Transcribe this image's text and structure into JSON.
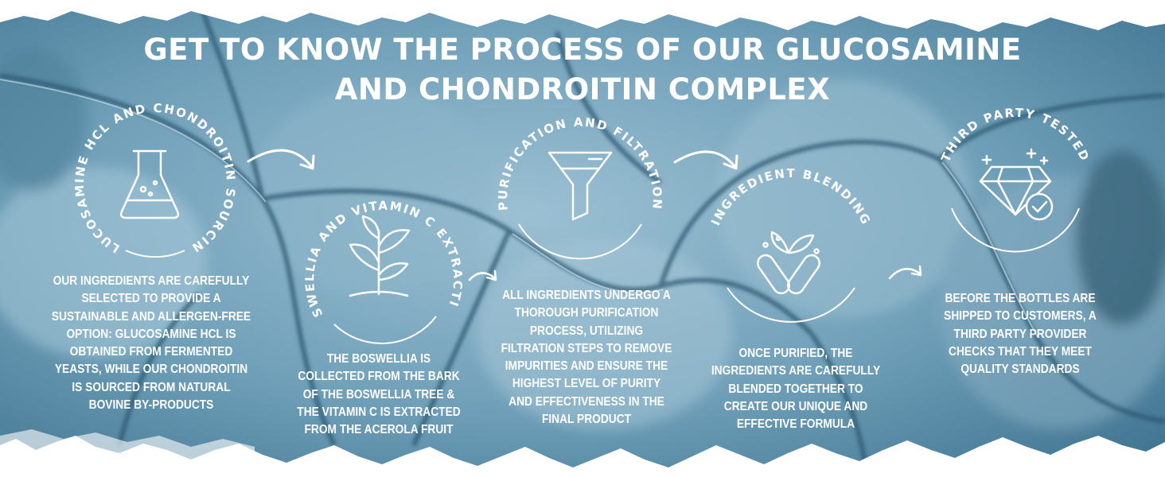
{
  "title": {
    "line1": "GET TO KNOW THE PROCESS OF OUR GLUCOSAMINE",
    "line2": "AND CHONDROITIN COMPLEX"
  },
  "steps": [
    {
      "ring_label": "GLUCOSAMINE HCL AND CHONDROITIN SOURCING",
      "icon": "flask-icon",
      "description": [
        "OUR INGREDIENTS ARE CAREFULLY",
        "SELECTED TO PROVIDE A",
        "SUSTAINABLE AND ALLERGEN-FREE",
        "OPTION: GLUCOSAMINE HCL IS",
        "OBTAINED FROM FERMENTED",
        "YEASTS, WHILE OUR CHONDROITIN",
        "IS SOURCED FROM NATURAL",
        "BOVINE BY-PRODUCTS"
      ]
    },
    {
      "ring_label": "BOSWELLIA AND VITAMIN C EXTRACTION",
      "icon": "plant-icon",
      "description": [
        "THE BOSWELLIA IS",
        "COLLECTED FROM THE BARK",
        "OF THE BOSWELLIA TREE &",
        "THE VITAMIN C IS EXTRACTED",
        "FROM THE ACEROLA FRUIT"
      ]
    },
    {
      "ring_label": "PURIFICATION AND FILTRATION",
      "icon": "funnel-icon",
      "description": [
        "ALL INGREDIENTS UNDERGO A",
        "THOROUGH PURIFICATION",
        "PROCESS, UTILIZING",
        "FILTRATION STEPS TO REMOVE",
        "IMPURITIES AND ENSURE THE",
        "HIGHEST LEVEL OF PURITY",
        "AND EFFECTIVENESS IN THE",
        "FINAL PRODUCT"
      ]
    },
    {
      "ring_label": "INGREDIENT BLENDING",
      "icon": "capsules-leaf-icon",
      "description": [
        "ONCE PURIFIED, THE",
        "INGREDIENTS ARE CAREFULLY",
        "BLENDED TOGETHER TO",
        "CREATE OUR UNIQUE AND",
        "EFFECTIVE FORMULA"
      ]
    },
    {
      "ring_label": "THIRD PARTY TESTED",
      "icon": "diamond-check-icon",
      "description": [
        "BEFORE THE BOTTLES  ARE",
        "SHIPPED TO CUSTOMERS, A",
        "THIRD PARTY PROVIDER",
        "CHECKS THAT THEY MEET",
        "QUALITY STANDARDS"
      ]
    }
  ],
  "arrows": [
    "arrow-curved-icon",
    "arrow-small-icon",
    "arrow-curved-icon",
    "arrow-small-icon"
  ],
  "colors": {
    "background_base": "#6f9fb8",
    "background_dark": "#2f5f7a",
    "background_light": "#b3d1e0",
    "text": "#ffffff",
    "torn_edge": "#ffffff"
  }
}
